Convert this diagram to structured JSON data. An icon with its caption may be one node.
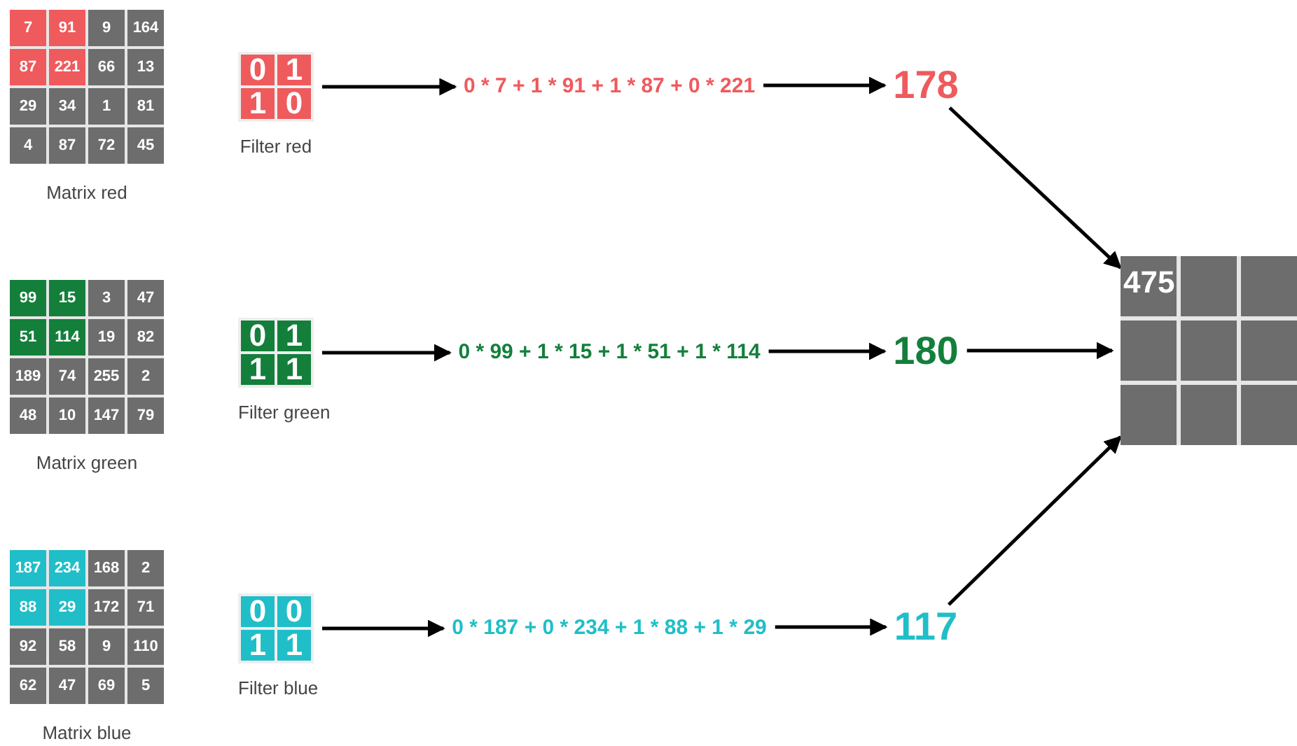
{
  "diagram": {
    "nodes": [
      {
        "text": [
          "7",
          "91",
          "9",
          "164",
          "87",
          "221",
          "66",
          "13",
          "29",
          "34",
          "1",
          "81",
          "4",
          "87",
          "72",
          "45"
        ],
        "beside": [
          "Matrix red"
        ]
      },
      {
        "text": [
          "0",
          "1",
          "1",
          "0"
        ],
        "beside": [
          "Filter red"
        ]
      },
      {
        "text": [
          "0 * 7 + 1 * 91 + 1 * 87 + 0 * 221"
        ]
      },
      {
        "text": [
          "178"
        ]
      },
      {
        "text": [
          "99",
          "15",
          "3",
          "47",
          "51",
          "114",
          "19",
          "82",
          "189",
          "74",
          "255",
          "2",
          "48",
          "10",
          "147",
          "79"
        ],
        "beside": [
          "Matrix green"
        ]
      },
      {
        "text": [
          "0",
          "1",
          "1",
          "1"
        ],
        "beside": [
          "Filter green"
        ]
      },
      {
        "text": [
          "0 * 99 + 1 * 15 + 1 * 51 + 1 * 114"
        ]
      },
      {
        "text": [
          "180"
        ]
      },
      {
        "text": [
          "187",
          "234",
          "168",
          "2",
          "88",
          "29",
          "172",
          "71",
          "92",
          "58",
          "9",
          "110",
          "62",
          "47",
          "69",
          "5"
        ],
        "beside": [
          "Matrix blue"
        ]
      },
      {
        "text": [
          "0",
          "0",
          "1",
          "1"
        ],
        "beside": [
          "Filter blue"
        ]
      },
      {
        "text": [
          "0 * 187 + 0 * 234 + 1 * 88 + 1 * 29"
        ]
      },
      {
        "text": [
          "117"
        ]
      },
      {
        "text": [
          "475"
        ]
      }
    ],
    "edges": [
      {
        "from": 1,
        "to": 2,
        "arrow": "to"
      },
      {
        "from": 2,
        "to": 3,
        "arrow": "to"
      },
      {
        "from": 3,
        "to": 12,
        "arrow": "to"
      },
      {
        "from": 5,
        "to": 6,
        "arrow": "to"
      },
      {
        "from": 6,
        "to": 7,
        "arrow": "to"
      },
      {
        "from": 7,
        "to": 12,
        "arrow": "to"
      },
      {
        "from": 9,
        "to": 10,
        "arrow": "to"
      },
      {
        "from": 10,
        "to": 11,
        "arrow": "to"
      },
      {
        "from": 11,
        "to": 12,
        "arrow": "to"
      }
    ]
  }
}
